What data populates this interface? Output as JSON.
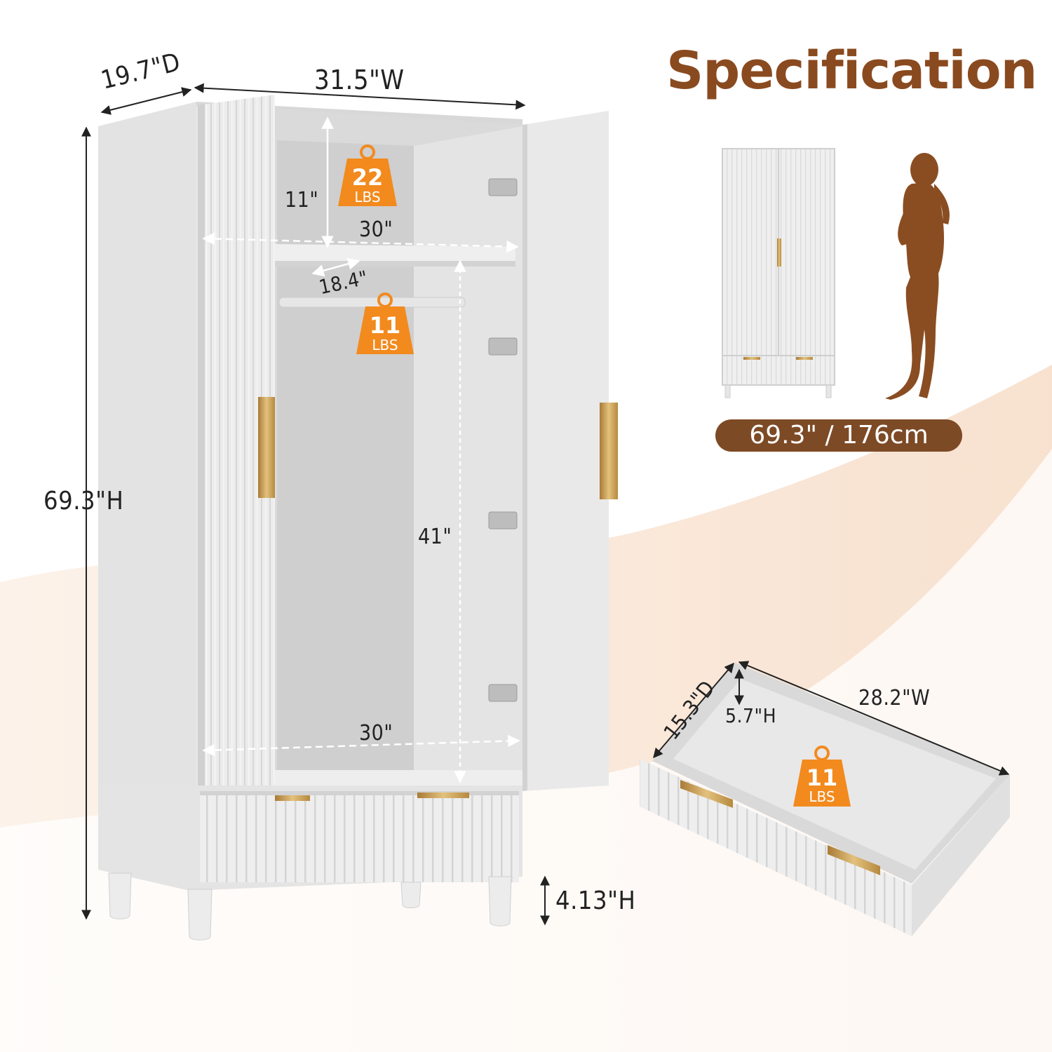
{
  "title": "Specification",
  "dimensions": {
    "depth": "19.7\"D",
    "width": "31.5\"W",
    "height": "69.3\"H",
    "upper_compartment_height": "11\"",
    "upper_shelf_width": "30\"",
    "hanging_rod_depth": "18.4\"",
    "hanging_height": "41\"",
    "bottom_width": "30\"",
    "leg_height": "4.13\"H"
  },
  "load_badges": [
    {
      "value": "22",
      "unit": "LBS",
      "location": "upper-shelf"
    },
    {
      "value": "11",
      "unit": "LBS",
      "location": "hanging-rod"
    },
    {
      "value": "11",
      "unit": "LBS",
      "location": "drawer"
    }
  ],
  "height_comparison": {
    "label": "69.3\" / 176cm"
  },
  "drawer": {
    "depth": "15.3\"D",
    "width": "28.2\"W",
    "height": "5.7\"H"
  },
  "colors": {
    "accent_brown": "#8a4a1f",
    "pill_brown": "#7d4a26",
    "badge_orange": "#f28a1e",
    "gold_handle": "#c99a4b",
    "cabinet_white": "#e9e9e9"
  }
}
